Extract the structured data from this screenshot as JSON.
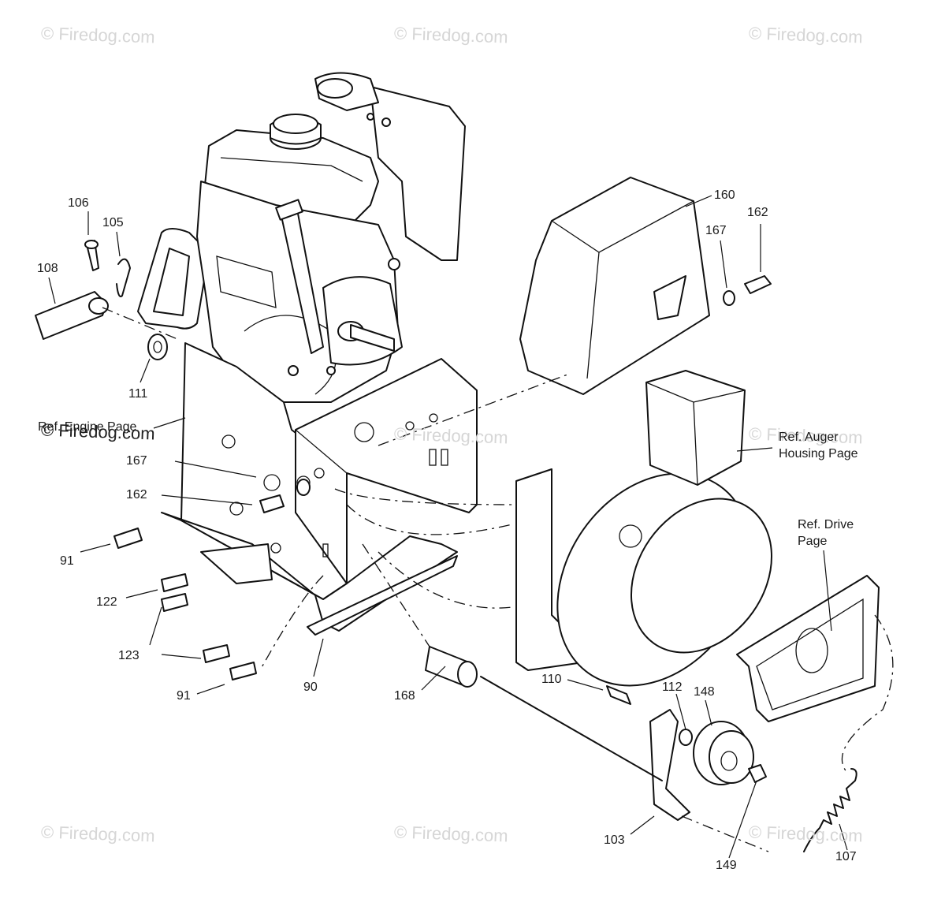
{
  "watermark": "© Firedog.com",
  "part_labels": {
    "p106": "106",
    "p105": "105",
    "p108": "108",
    "p111": "111",
    "p160": "160",
    "p162_top": "162",
    "p167_top": "167",
    "p167_left": "167",
    "p162_left": "162",
    "p91_upper": "91",
    "p122": "122",
    "p123": "123",
    "p91_lower": "91",
    "p90": "90",
    "p168": "168",
    "p110": "110",
    "p112": "112",
    "p148": "148",
    "p103": "103",
    "p149": "149",
    "p107": "107"
  },
  "reference_labels": {
    "engine": "Ref. Engine Page",
    "auger_line1": "Ref. Auger",
    "auger_line2": "Housing Page",
    "drive_line1": "Ref. Drive",
    "drive_line2": "Page"
  }
}
